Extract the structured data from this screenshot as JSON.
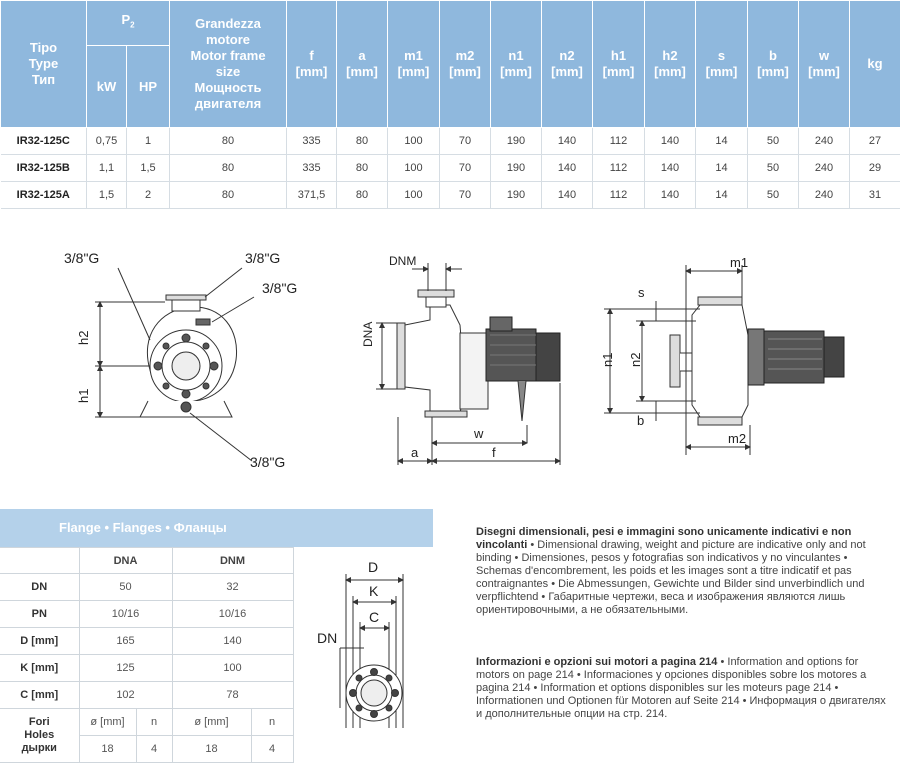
{
  "header": {
    "tipo": [
      "Tipo",
      "Type",
      "Тип"
    ],
    "p2": "P",
    "p2_sub": "2",
    "kw": "kW",
    "hp": "HP",
    "frame": [
      "Grandezza",
      "motore",
      "Motor frame",
      "size",
      "Мощность",
      "двигателя"
    ],
    "cols": [
      {
        "name": "f",
        "unit": "[mm]"
      },
      {
        "name": "a",
        "unit": "[mm]"
      },
      {
        "name": "m1",
        "unit": "[mm]"
      },
      {
        "name": "m2",
        "unit": "[mm]"
      },
      {
        "name": "n1",
        "unit": "[mm]"
      },
      {
        "name": "n2",
        "unit": "[mm]"
      },
      {
        "name": "h1",
        "unit": "[mm]"
      },
      {
        "name": "h2",
        "unit": "[mm]"
      },
      {
        "name": "s",
        "unit": "[mm]"
      },
      {
        "name": "b",
        "unit": "[mm]"
      },
      {
        "name": "w",
        "unit": "[mm]"
      }
    ],
    "kg": "kg"
  },
  "rows": [
    [
      "IR32-125C",
      "0,75",
      "1",
      "80",
      "335",
      "80",
      "100",
      "70",
      "190",
      "140",
      "112",
      "140",
      "14",
      "50",
      "240",
      "27"
    ],
    [
      "IR32-125B",
      "1,1",
      "1,5",
      "80",
      "335",
      "80",
      "100",
      "70",
      "190",
      "140",
      "112",
      "140",
      "14",
      "50",
      "240",
      "29"
    ],
    [
      "IR32-125A",
      "1,5",
      "2",
      "80",
      "371,5",
      "80",
      "100",
      "70",
      "190",
      "140",
      "112",
      "140",
      "14",
      "50",
      "240",
      "31"
    ]
  ],
  "drawing_labels": {
    "g1": "3/8\"G",
    "g2": "3/8\"G",
    "g3": "3/8\"G",
    "g4": "3/8\"G",
    "h1": "h1",
    "h2": "h2",
    "dnm": "DNM",
    "dna": "DNA",
    "a": "a",
    "f": "f",
    "w": "w",
    "m1": "m1",
    "m2": "m2",
    "s": "s",
    "b": "b",
    "n1": "n1",
    "n2": "n2",
    "D": "D",
    "K": "K",
    "C": "C",
    "DN": "DN"
  },
  "flange": {
    "title": "Flange • Flanges • Фланцы",
    "col_dna": "DNA",
    "col_dnm": "DNM",
    "rows": [
      {
        "label": "DN",
        "dna": "50",
        "dnm": "32"
      },
      {
        "label": "PN",
        "dna": "10/16",
        "dnm": "10/16"
      },
      {
        "label": "D [mm]",
        "dna": "165",
        "dnm": "140"
      },
      {
        "label": "K [mm]",
        "dna": "125",
        "dnm": "100"
      },
      {
        "label": "C [mm]",
        "dna": "102",
        "dnm": "78"
      }
    ],
    "holes_label": [
      "Fori",
      "Holes",
      "дырки"
    ],
    "holes_sub": {
      "dia": "ø [mm]",
      "n": "n"
    },
    "holes_values": {
      "dna_dia": "18",
      "dna_n": "4",
      "dnm_dia": "18",
      "dnm_n": "4"
    }
  },
  "notes": {
    "p1_bold": "Disegni dimensionali, pesi e immagini sono unicamente indicativi e non vincolanti",
    "p1_rest": " • Dimensional drawing, weight and picture are indicative only and not binding • Dimensiones, pesos y fotografias son indicativos y no vinculantes • Schemas d'encombrement, les poids et les images sont a titre indicatif et pas contraignantes • Die Abmessungen, Gewichte und Bilder sind unverbindlich und verpflichtend • Габаритные чертежи, веса и изображения являются лишь ориентировочными, а не обязательными.",
    "p2_bold": "Informazioni e opzioni sui motori a pagina 214",
    "p2_rest": " • Information and options for motors on page 214 • Informaciones y opciones disponibles sobre los motores a pagina 214 • Information et options disponibles sur les moteurs page 214 • Informationen und Optionen für Motoren auf Seite 214 • Информация о двигателях и дополнительные опции на стр. 214."
  }
}
